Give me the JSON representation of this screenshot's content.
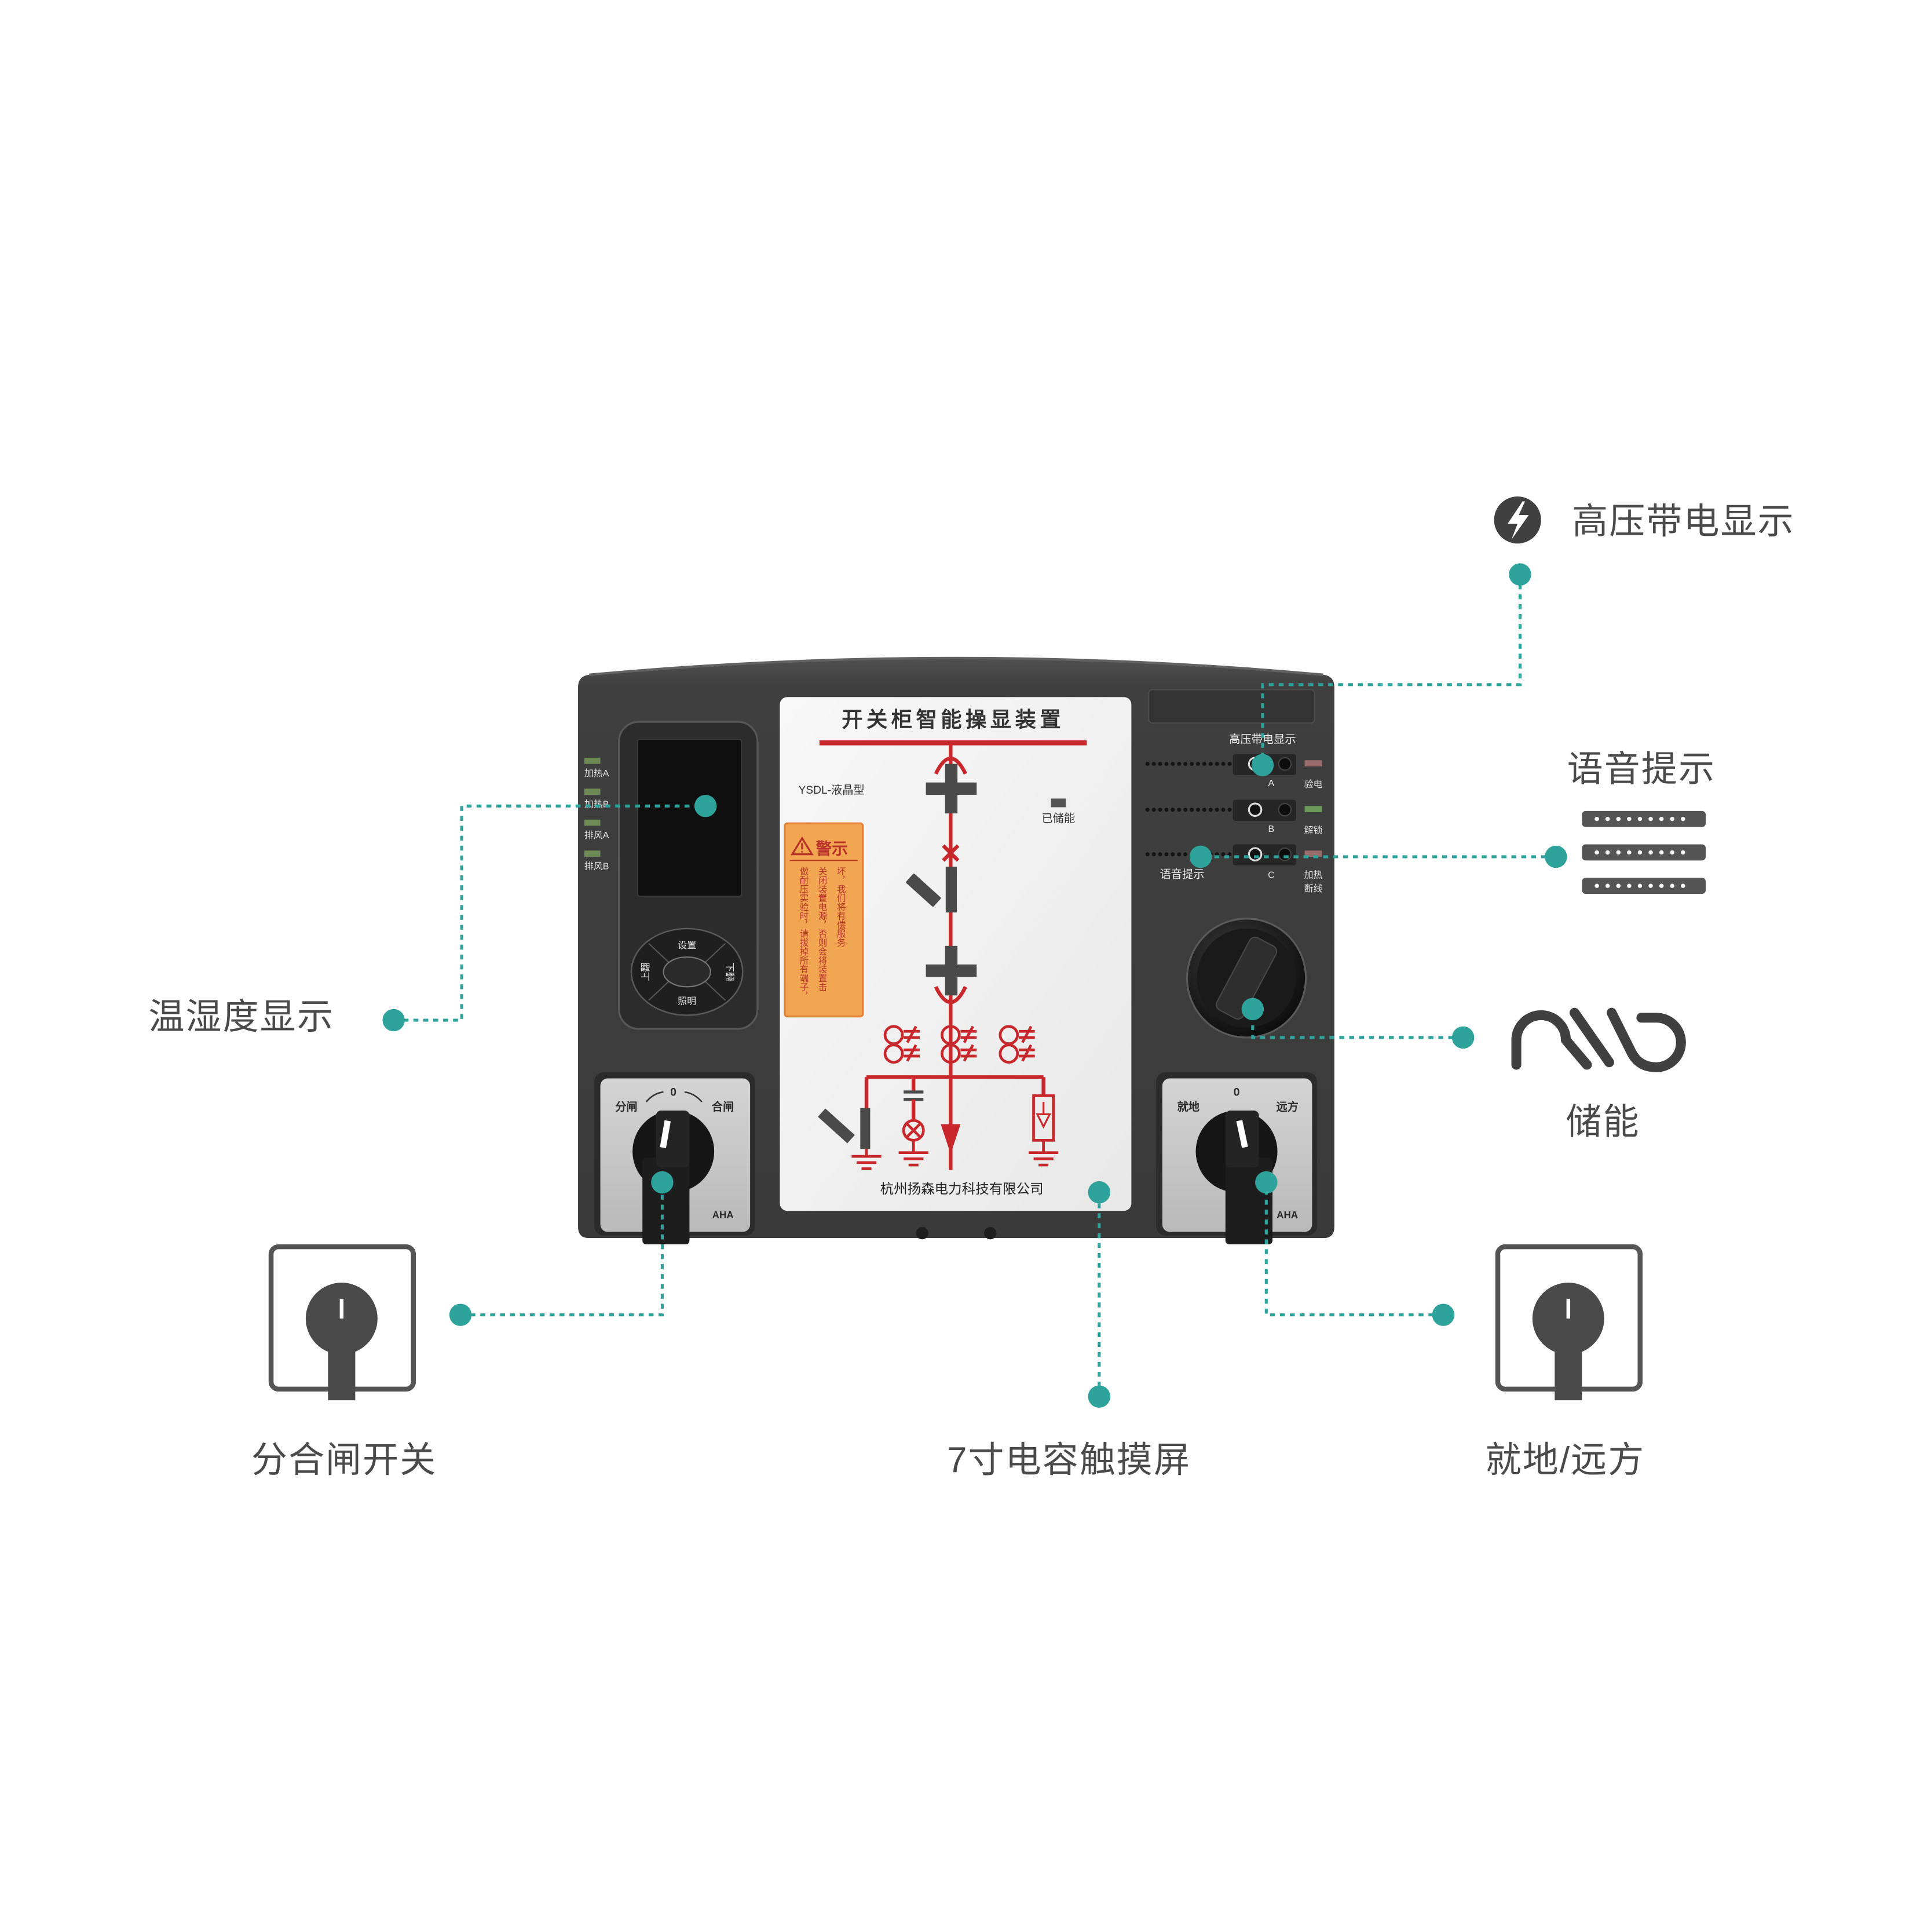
{
  "colors": {
    "accent": "#2ea39b",
    "device_body": "#3e3e3e",
    "callout_text": "#4a4a4a",
    "diagram_red": "#c8282c",
    "warning_orange": "#f3a652"
  },
  "icons": {
    "hv_live": "lightning-icon",
    "voice": "speaker-grille-icon",
    "energy_storage": "spring-charge-icon",
    "breaker_switch": "rotary-switch-icon",
    "local_remote": "rotary-switch-icon"
  },
  "callouts": {
    "temp_humidity": "温湿度显示",
    "hv_live": "高压带电显示",
    "voice": "语音提示",
    "energy_storage": "储能",
    "breaker_switch": "分合闸开关",
    "touchscreen": "7寸电容触摸屏",
    "local_remote": "就地/远方"
  },
  "device": {
    "title": "开关柜智能操显装置",
    "model": "YSDL-液晶型",
    "warning": {
      "title": "警示",
      "lines": [
        "做耐压实验时，请拔掉所有端子，",
        "关闭装置电源，否则会将装置击",
        "坏，我们将有偿服务"
      ]
    },
    "energy_stored": "已储能",
    "company": "杭州扬森电力科技有限公司",
    "leds": [
      "加热A",
      "加热B",
      "排风A",
      "排风B"
    ],
    "keypad": {
      "top": "设置",
      "bottom": "照明",
      "left": "上翻",
      "right": "下翻"
    },
    "hv_panel": {
      "title": "高压带电显示",
      "phases": [
        "A",
        "B",
        "C"
      ],
      "indicators": [
        "验电",
        "解锁",
        "加热",
        "断线"
      ],
      "voice_label": "语音提示"
    },
    "left_switch": {
      "left": "分闸",
      "center": "0",
      "right": "合闸",
      "brand": "AHA"
    },
    "right_switch": {
      "left": "就地",
      "center": "0",
      "right": "远方",
      "brand": "AHA"
    }
  }
}
